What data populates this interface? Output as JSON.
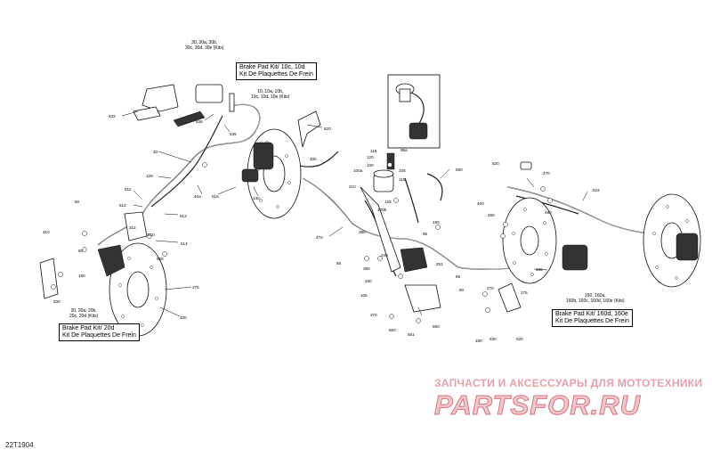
{
  "diagram_code": "22T1904",
  "kits": [
    {
      "id": "kit-front-left",
      "line1": "Brake Pad Kit/ 20d",
      "line2": "Kit De Plaquettes De Frein"
    },
    {
      "id": "kit-front-right",
      "line1": "Brake Pad Kit/ 10c, 10d",
      "line2": "Kit De Plaquettes De Frein"
    },
    {
      "id": "kit-rear",
      "line1": "Brake Pad Kit/ 160d, 160e",
      "line2": "Kit De Plaquettes De Frein"
    }
  ],
  "captions": {
    "master": [
      "30, 30a, 30b,",
      "30c, 30d, 30e (Kits)"
    ],
    "caliper_right": [
      "10, 10a, 10b,",
      "10c, 10d, 10e (Kits)"
    ],
    "caliper_left": [
      "20, 20a, 20b,",
      "20c, 20d (Kits)"
    ],
    "caliper_rear": [
      "160, 160a,",
      "160b, 160c, 160d, 160e (Kits)"
    ]
  },
  "callouts": [
    "532",
    "536",
    "535",
    "40",
    "620",
    "115",
    "120",
    "95a",
    "125",
    "100",
    "100a",
    "105",
    "110",
    "580",
    "520",
    "470",
    "524",
    "128",
    "40a",
    "515",
    "140",
    "40b",
    "511",
    "512",
    "513",
    "510",
    "514",
    "50",
    "410",
    "60",
    "180",
    "530",
    "312",
    "560",
    "375",
    "400",
    "210",
    "100b",
    "470",
    "190",
    "95",
    "85",
    "65",
    "380",
    "240",
    "350",
    "251",
    "105",
    "330",
    "370",
    "560",
    "561",
    "590",
    "270",
    "400",
    "260",
    "480",
    "265",
    "275",
    "180",
    "620",
    "630",
    "80"
  ],
  "watermark": {
    "top_text": "ЗАПЧАСТИ И АКСЕССУАРЫ ДЛЯ МОТОТЕХНИКИ",
    "logo_text": "PARTSFOR.RU"
  }
}
